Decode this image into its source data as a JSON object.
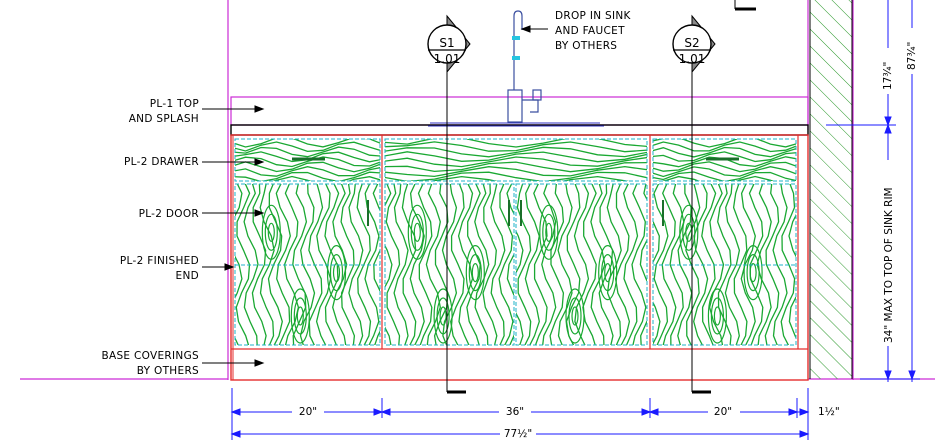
{
  "callouts": {
    "faucet": [
      "DROP IN SINK",
      "AND FAUCET",
      "BY OTHERS"
    ],
    "top": [
      "PL-1 TOP",
      "AND SPLASH"
    ],
    "drawer": [
      "PL-2 DRAWER"
    ],
    "door": [
      "PL-2 DOOR"
    ],
    "finished_end": [
      "PL-2 FINISHED",
      "END"
    ],
    "base": [
      "BASE COVERINGS",
      "BY OTHERS"
    ]
  },
  "section_markers": [
    {
      "id": "S1",
      "top": "S1",
      "bottom": "1.01"
    },
    {
      "id": "S2",
      "top": "S2",
      "bottom": "1.01"
    }
  ],
  "dimensions": {
    "widths": [
      "20\"",
      "36\"",
      "20\""
    ],
    "small": "1½\"",
    "overall": "77½\"",
    "splash_height": "17¾\"",
    "total_height": "87¾\"",
    "rim_note": "34\" MAX TO TOP OF SINK RIM"
  },
  "colors": {
    "cabinet_outline": "#e52e2e",
    "wood_grain": "#1aa832",
    "panel_dash": "#1fb3c9",
    "wall": "#cc2bd6",
    "dimension": "#1a1aff",
    "hatch": "#2e9a2e"
  }
}
